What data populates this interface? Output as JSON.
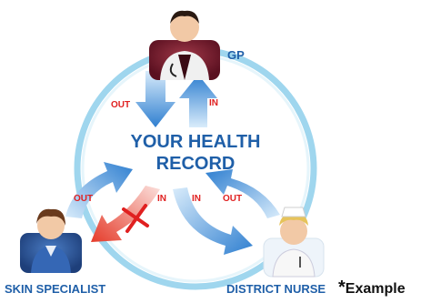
{
  "center": {
    "line1": "YOUR HEALTH",
    "line2": "RECORD"
  },
  "roles": {
    "gp": "GP",
    "skin": "SKIN SPECIALIST",
    "nurse": "DISTRICT NURSE"
  },
  "flows": {
    "gp_out": "OUT",
    "gp_in": "IN",
    "skin_out": "OUT",
    "skin_in": "IN",
    "nurse_in": "IN",
    "nurse_out": "OUT"
  },
  "footnote": {
    "star": "*",
    "text": "Example"
  },
  "colors": {
    "ring": "#9fd6ee",
    "arrow_blue": "#2f7fd0",
    "arrow_red": "#e53b2a",
    "cross": "#e02020",
    "title": "#1f5fa8",
    "flow_label": "#e02020"
  },
  "icons": {
    "gp": "doctor-icon",
    "skin": "person-icon",
    "nurse": "nurse-icon",
    "blocked": "cross-icon"
  }
}
